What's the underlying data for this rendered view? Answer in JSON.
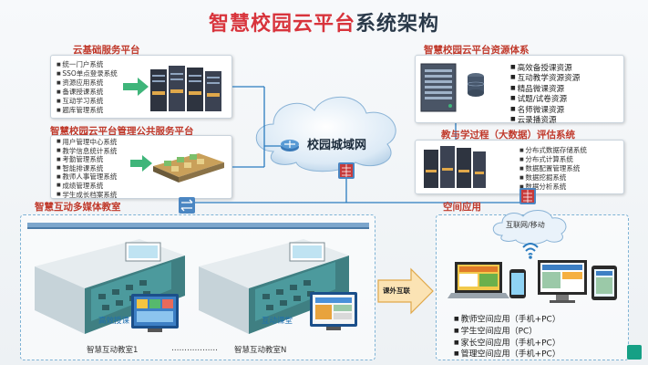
{
  "title": {
    "part1": "智慧校园云平台",
    "part2": "系统架构"
  },
  "cloud_platform": {
    "label": "云基础服务平台",
    "items": [
      "统一门户系统",
      "SSO单点登录系统",
      "资源应用系统",
      "备课授课系统",
      "互动学习系统",
      "题库管理系统"
    ]
  },
  "public_services": {
    "label": "智慧校园云平台管理公共服务平台",
    "items": [
      "用户管理中心系统",
      "教学信息统计系统",
      "考勤管理系统",
      "智能排课系统",
      "教师人事管理系统",
      "成绩管理系统",
      "学生成长档案系统"
    ]
  },
  "resource_system": {
    "label": "智慧校园云平台资源体系",
    "items": [
      "高效备授课资源",
      "互动教学资源资源",
      "精品微课资源",
      "试题/试卷资源",
      "名师微课资源",
      "云录播资源"
    ]
  },
  "bigdata": {
    "label": "教与学过程（大数据）评估系统",
    "items": [
      "分布式数据存储系统",
      "分布式计算系统",
      "数据配置管理系统",
      "数据挖掘系统",
      "数据分析系统"
    ]
  },
  "network": {
    "campus": "校园城域网",
    "internet": "互联网/移动"
  },
  "classroom": {
    "label": "智慧互动多媒体教室",
    "room1": "智慧互动教室1",
    "dots": "………………",
    "roomN": "智慧互动教室N",
    "tag1": "高效授课",
    "tag2": "互动课堂"
  },
  "arrow_label": "课外互联",
  "space": {
    "label": "空间应用",
    "items": [
      "教师空间应用（手机+PC）",
      "学生空间应用（PC）",
      "家长空间应用（手机+PC）",
      "管理空间应用（手机+PC）"
    ]
  },
  "colors": {
    "title_red": "#d8343c",
    "section_red": "#c0392b",
    "net_blue": "#2b7cc0"
  }
}
